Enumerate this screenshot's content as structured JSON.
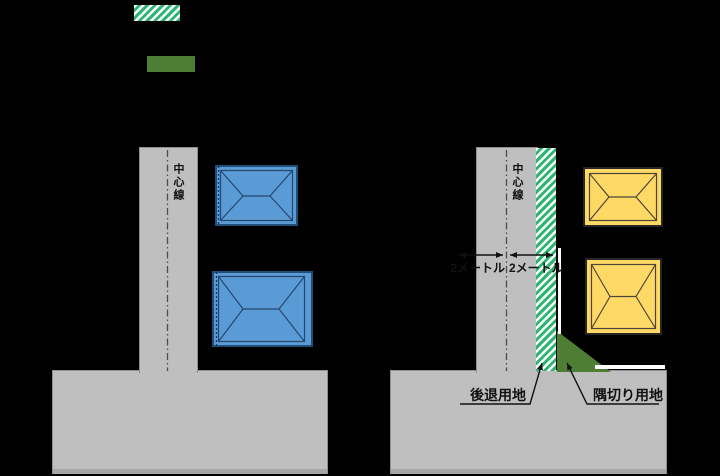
{
  "diagram_type": "road-setback-illustration",
  "legend": {
    "items": [
      {
        "name": "hatched-green-swatch",
        "pattern": "diagonal-green-stripes-on-white",
        "stripe_color": "#2CB673"
      },
      {
        "name": "solid-green-swatch",
        "color": "#4E7E33"
      }
    ]
  },
  "left_diagram": {
    "centerline_label": "中心線",
    "road_shape": "T-junction",
    "houses": [
      {
        "name": "blue-house-top",
        "color": "#5B9BD5"
      },
      {
        "name": "blue-house-bottom",
        "color": "#5B9BD5"
      }
    ]
  },
  "right_diagram": {
    "centerline_label": "中心線",
    "dimension_left": "2メートル",
    "dimension_right": "2メートル",
    "setback_label": "後退用地",
    "corner_cut_label": "隅切り用地",
    "houses": [
      {
        "name": "yellow-house-top",
        "color": "#FFD966"
      },
      {
        "name": "yellow-house-bottom",
        "color": "#FFD966"
      }
    ]
  },
  "colors": {
    "background": "#000000",
    "road_fill": "#BFBFBF",
    "road_edge": "#8F8F8F",
    "road_shoulder": "#A6A6A6",
    "centerline": "#4D4D4D",
    "hatch_green": "#2CB673",
    "solid_green": "#4E7E33",
    "house_blue": "#5B9BD5",
    "house_blue_border": "#1F4E79",
    "house_yellow": "#FFD966",
    "house_yellow_border": "#262626",
    "wall_white": "#FFFFFF",
    "text": "#111111"
  }
}
